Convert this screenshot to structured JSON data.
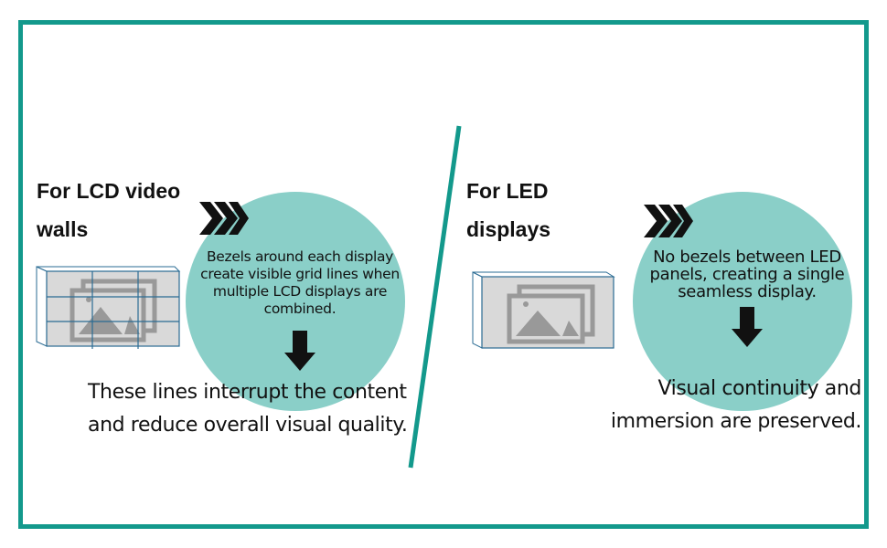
{
  "left": {
    "heading_line1": "For LCD video",
    "heading_line2": "walls",
    "circle_text": [
      "Bezels around each display",
      "create visible grid lines when",
      "multiple LCD displays are",
      "combined."
    ],
    "conclusion": [
      "These lines interrupt the content",
      "and reduce overall visual quality."
    ]
  },
  "right": {
    "heading_line1": "For LED",
    "heading_line2": "displays",
    "circle_text": [
      "No bezels between LED",
      "panels, creating a single",
      "seamless display."
    ],
    "conclusion": [
      "Visual continuity and",
      "immersion are preserved."
    ]
  },
  "colors": {
    "frame": "#13998c",
    "circle": "#8acfc8",
    "bezel": "#2a6b93",
    "image": "#999999"
  }
}
